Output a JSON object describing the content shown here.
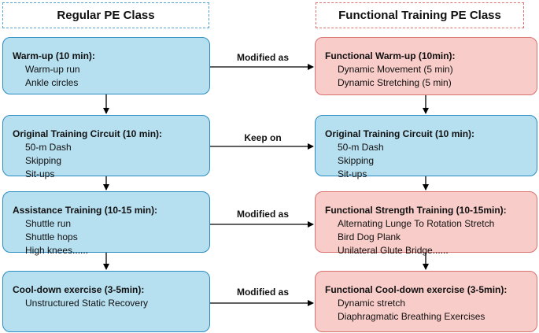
{
  "headers": {
    "left": "Regular PE Class",
    "right": "Functional Training PE Class"
  },
  "left_boxes": [
    {
      "title": "Warm-up (10 min):",
      "items": [
        "Warm-up run",
        "Ankle circles"
      ]
    },
    {
      "title": "Original Training Circuit (10 min):",
      "items": [
        "50-m Dash",
        "Skipping",
        "Sit-ups"
      ]
    },
    {
      "title": "Assistance Training (10-15 min):",
      "items": [
        "Shuttle run",
        "Shuttle hops",
        "High knees......"
      ]
    },
    {
      "title": "Cool-down exercise (3-5min):",
      "items": [
        "Unstructured Static Recovery"
      ]
    }
  ],
  "right_boxes": [
    {
      "title": "Functional Warm-up (10min):",
      "items": [
        "Dynamic Movement (5 min)",
        "Dynamic Stretching (5 min)"
      ]
    },
    {
      "title": "Original Training Circuit (10 min):",
      "items": [
        "50-m Dash",
        "Skipping",
        "Sit-ups"
      ]
    },
    {
      "title": "Functional Strength Training (10-15min):",
      "items": [
        "Alternating Lunge To Rotation Stretch",
        "Bird Dog Plank",
        "Unilateral Glute Bridge......"
      ]
    },
    {
      "title": "Functional Cool-down exercise (3-5min):",
      "items": [
        "Dynamic stretch",
        "Diaphragmatic Breathing Exercises"
      ]
    }
  ],
  "connectors": [
    "Modified as",
    "Keep on",
    "Modified as",
    "Modified as"
  ],
  "colors": {
    "left_fill": "#b6dff0",
    "left_border": "#2b8cc4",
    "right_fill": "#f8ccc8",
    "right_border": "#d9716e",
    "arrow": "#000000"
  }
}
